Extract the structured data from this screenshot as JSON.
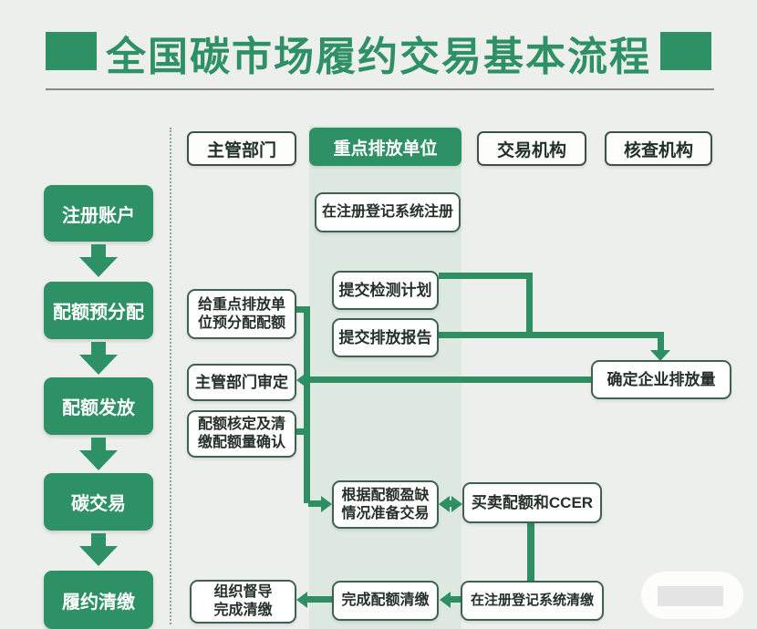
{
  "title": "全国碳市场履约交易基本流程",
  "columns": [
    {
      "id": "authority",
      "label": "主管部门"
    },
    {
      "id": "key-emitter",
      "label": "重点排放单位",
      "highlight": true
    },
    {
      "id": "exchange",
      "label": "交易机构"
    },
    {
      "id": "verifier",
      "label": "核查机构"
    }
  ],
  "stages": [
    {
      "label": "注册账户"
    },
    {
      "label": "配额预分配"
    },
    {
      "label": "配额发放"
    },
    {
      "label": "碳交易"
    },
    {
      "label": "履约清缴"
    }
  ],
  "nodes": {
    "register": "在注册登记系统注册",
    "submit_plan": "提交检测计划",
    "submit_report": "提交排放报告",
    "preallocate": "给重点排放单\n位预分配配额",
    "review": "主管部门审定",
    "confirm": "配额核定及清\n缴配额量确认",
    "determine": "确定企业排放量",
    "prepare_trade": "根据配额盈缺\n情况准备交易",
    "trade_ccer": "买卖配额和CCER",
    "supervise": "组织督导\n完成清缴",
    "complete_settle": "完成配额清缴",
    "settle_system": "在注册登记系统清缴"
  },
  "colors": {
    "green": "#2e9165",
    "arrow_green": "#2e8f63",
    "band": "#dde8e0",
    "background": "#edefec",
    "box_border": "#3f6150"
  }
}
